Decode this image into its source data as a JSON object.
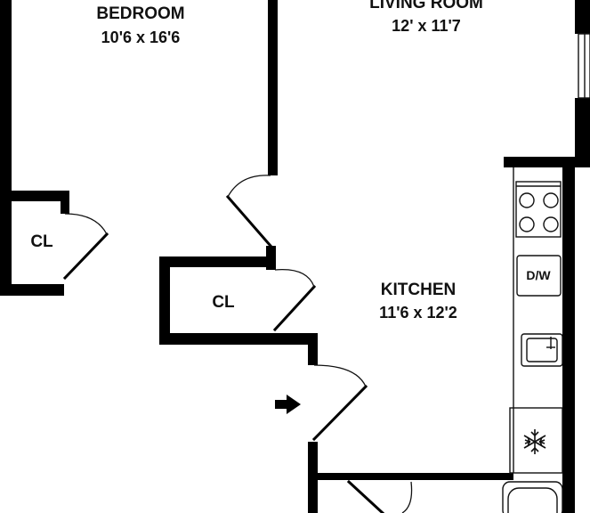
{
  "rooms": {
    "bedroom": {
      "name": "BEDROOM",
      "dimensions": "10'6 x 16'6"
    },
    "living_room": {
      "name": "LIVING ROOM",
      "dimensions": "12' x 11'7"
    },
    "kitchen": {
      "name": "KITCHEN",
      "dimensions": "11'6 x 12'2"
    },
    "closet_1": {
      "name": "CL"
    },
    "closet_2": {
      "name": "CL"
    }
  },
  "appliances": {
    "dishwasher": {
      "label": "D/W"
    },
    "stove": {
      "icon": "stove-icon"
    },
    "sink": {
      "icon": "sink-icon"
    },
    "refrigerator": {
      "icon": "snowflake-icon"
    }
  },
  "entrance": {
    "icon": "arrow-right-icon"
  },
  "colors": {
    "wall": "#000000",
    "background": "#ffffff"
  }
}
